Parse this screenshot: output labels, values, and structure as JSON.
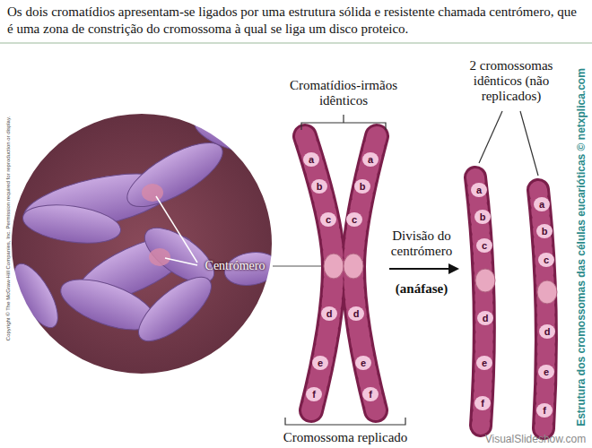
{
  "diagram": {
    "title": "Os dois cromatídios apresentam-se ligados por uma estrutura sólida e resistente chamada centrómero, que é uma zona de constrição do cromossoma à qual se liga um disco proteico.",
    "labels": [
      "Copyright © The McGraw-Hill Companies, Inc. Permission required for reproduction or display.",
      "Centrómero",
      "Cromatídios-irmãos idênticos",
      "a",
      "b",
      "c",
      "d",
      "e",
      "f",
      "a",
      "b",
      "c",
      "d",
      "e",
      "f",
      "Divisão do centrómero",
      "(anáfase)",
      "Cromossoma replicado",
      "2 cromossomas idênticos (não replicados)",
      "a",
      "b",
      "c",
      "d",
      "e",
      "f",
      "a",
      "b",
      "c",
      "d",
      "e",
      "f",
      "Estrutura dos cromossomas das células eucarióticas © netxplica.com",
      "VisualSlideshow.com"
    ]
  }
}
